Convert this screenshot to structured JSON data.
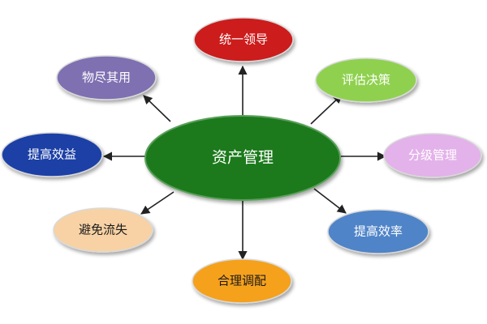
{
  "diagram": {
    "center": {
      "label": "资产管理",
      "color": "#1f7a1f"
    },
    "nodes": [
      {
        "key": "top",
        "label": "统一领导",
        "color": "#cc1f1f",
        "text_color": "#ffffff"
      },
      {
        "key": "top-right",
        "label": "评估决策",
        "color": "#8fd14f",
        "text_color": "#ffffff"
      },
      {
        "key": "right",
        "label": "分级管理",
        "color": "#e3b2ea",
        "text_color": "#ffffff"
      },
      {
        "key": "bottom-right",
        "label": "提高效率",
        "color": "#4f84c8",
        "text_color": "#ffffff"
      },
      {
        "key": "bottom",
        "label": "合理调配",
        "color": "#f5a11c",
        "text_color": "#1a1a1a"
      },
      {
        "key": "bottom-left",
        "label": "避免流失",
        "color": "#f8d2a4",
        "text_color": "#1a1a1a"
      },
      {
        "key": "left",
        "label": "提高效益",
        "color": "#1f3fa6",
        "text_color": "#ffffff"
      },
      {
        "key": "top-left",
        "label": "物尽其用",
        "color": "#7f6fb2",
        "text_color": "#ffffff"
      }
    ]
  }
}
